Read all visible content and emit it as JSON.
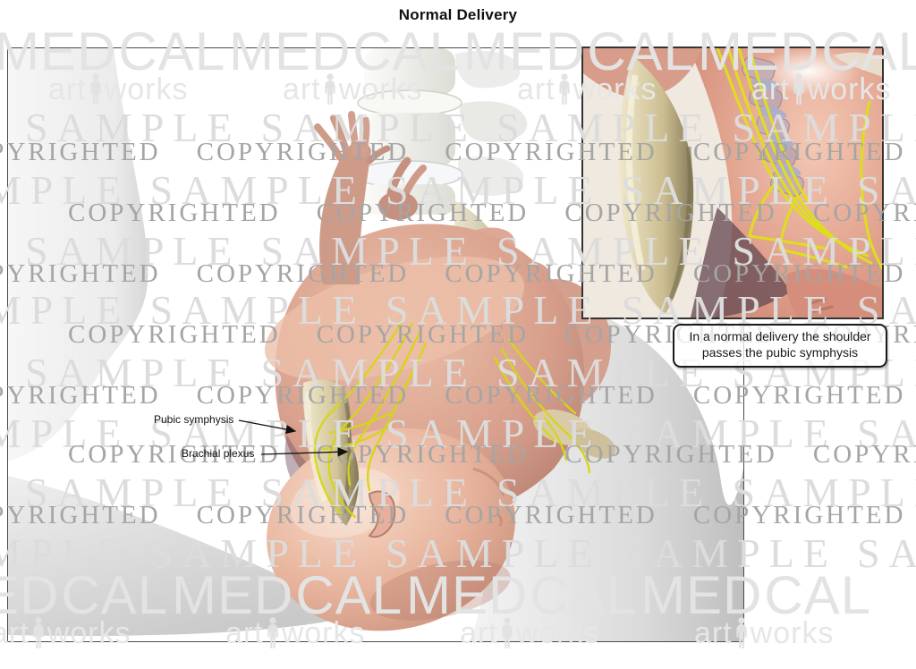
{
  "page": {
    "title": "Normal Delivery"
  },
  "watermarks": {
    "sample_text": "SAMPLE",
    "copyrighted_text": "COPYRIGHTED",
    "medical_left": "MED",
    "medical_right": "CAL",
    "artworks_left": "art",
    "artworks_right": "works"
  },
  "annotations": {
    "pubic_symphysis_label": "Pubic symphysis",
    "brachial_plexus_label": "Brachial plexus"
  },
  "inset_caption": {
    "line1": "In a normal delivery the shoulder",
    "line2": "passes the pubic symphysis"
  },
  "palette": {
    "nerve_yellow": "#d6d616",
    "bone_tan": "#d9cda2",
    "fetal_skin": "#e3a892",
    "maternal_gray": "#d9d9d9",
    "watermark_light": "#dcdcdc",
    "watermark_dark": "#a5a5a5",
    "frame_border": "#4a4a4a"
  }
}
